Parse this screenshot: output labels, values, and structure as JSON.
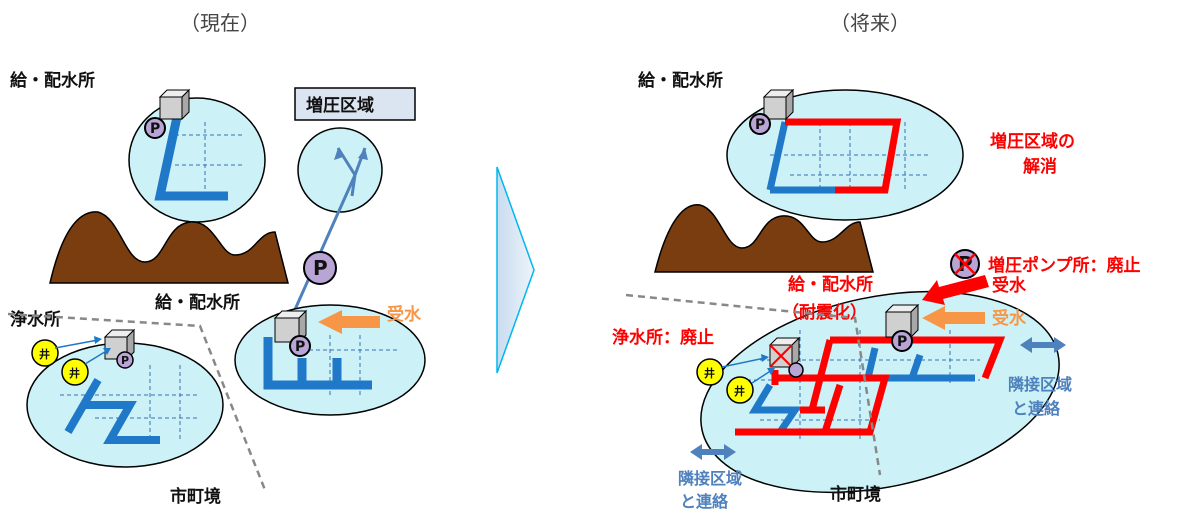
{
  "left": {
    "header": "（現在）",
    "supply_station_top": "給・配水所",
    "booster_area": "増圧区域",
    "supply_station_mid": "給・配水所",
    "treatment_plant": "浄水所",
    "receive_water": "受水",
    "boundary": "市町境",
    "pump_symbol": "P",
    "well_symbol": "井"
  },
  "right": {
    "header": "（将来）",
    "supply_station_top": "給・配水所",
    "booster_resolved_line1": "増圧区域の",
    "booster_resolved_line2": "解消",
    "booster_pump_abolish": "増圧ポンプ所：廃止",
    "supply_station_mid": "給・配水所",
    "seismic": "（耐震化）",
    "receive_water_red": "受水",
    "receive_water_orange": "受水",
    "treatment_abolish": "浄水所：廃止",
    "adjacent_right_line1": "隣接区域",
    "adjacent_right_line2": "と連絡",
    "adjacent_left_line1": "隣接区域",
    "adjacent_left_line2": "と連絡",
    "boundary": "市町境",
    "pump_symbol": "P",
    "well_symbol": "井"
  },
  "colors": {
    "area_fill": "#ccf2f7",
    "pipe_blue": "#1f78c8",
    "pipe_red": "#ff0000",
    "mountain": "#7a3d0f",
    "well": "#ffff00",
    "pump": "#b9a4d6",
    "receive_orange": "#f79646",
    "adjacent_blue": "#4f81bd",
    "arrow_panel": "#dbe8f4"
  }
}
